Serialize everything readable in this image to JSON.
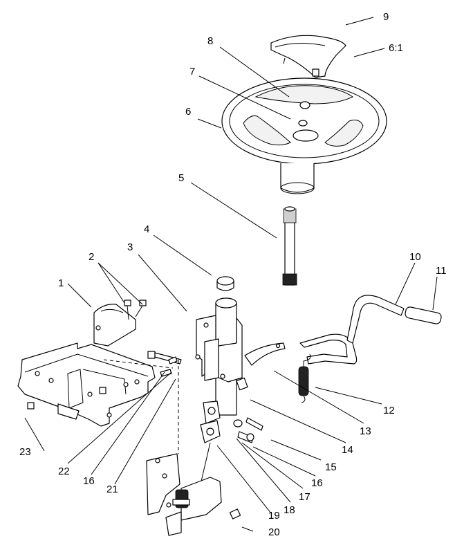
{
  "callouts": {
    "c1": "1",
    "c2": "2",
    "c3": "3",
    "c4": "4",
    "c5": "5",
    "c6": "6",
    "c6_1": "6:1",
    "c7": "7",
    "c8": "8",
    "c9": "9",
    "c10": "10",
    "c11": "11",
    "c12": "12",
    "c13": "13",
    "c14": "14",
    "c15": "15",
    "c16a": "16",
    "c16b": "16",
    "c17": "17",
    "c18": "18",
    "c19": "19",
    "c20": "20",
    "c21": "21",
    "c22": "22",
    "c23": "23"
  }
}
